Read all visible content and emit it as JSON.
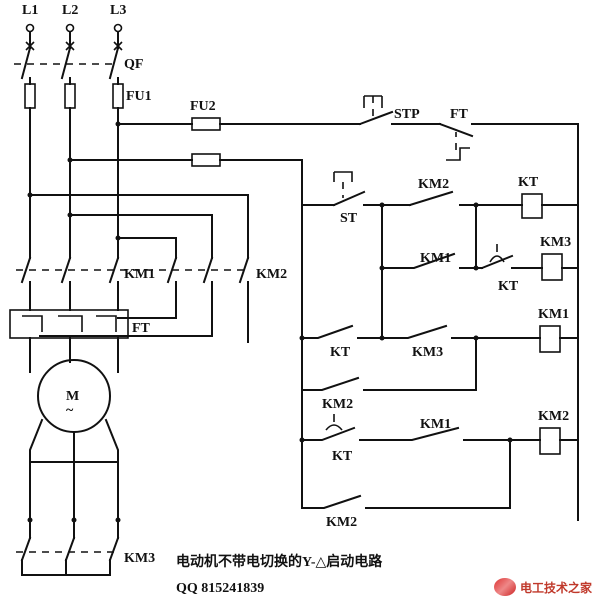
{
  "labels": {
    "L1": "L1",
    "L2": "L2",
    "L3": "L3",
    "QF": "QF",
    "FU1": "FU1",
    "FU2": "FU2",
    "STP": "STP",
    "FT_top": "FT",
    "ST": "ST",
    "KM2_a": "KM2",
    "KT_coil": "KT",
    "KM3_coil": "KM3",
    "KM1_b": "KM1",
    "KT_delay1": "KT",
    "KM1_coil": "KM1",
    "KT_c": "KT",
    "KM3_c": "KM3",
    "KM2_c": "KM2",
    "KT_delay2": "KT",
    "KM1_d": "KM1",
    "KM2_coil": "KM2",
    "KM2_e": "KM2",
    "KM1_main": "KM1",
    "KM2_main": "KM2",
    "FT_relay": "FT",
    "motor": "M",
    "motor_sym": "~",
    "KM3_main": "KM3"
  },
  "caption": "电动机不带电切换的Y-△启动电路",
  "qq": "QQ 815241839",
  "watermark": "电工技术之家"
}
